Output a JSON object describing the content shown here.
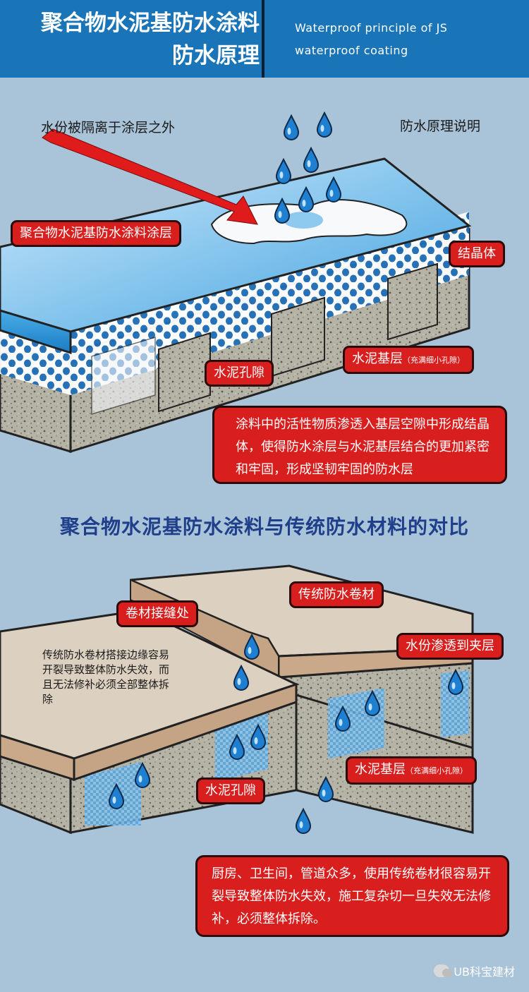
{
  "header": {
    "title_line1": "聚合物水泥基防水涂料",
    "title_line2": "防水原理",
    "en_line1": "Waterproof principle of JS",
    "en_line2": "waterproof coating"
  },
  "diagram1": {
    "arrow_caption": "水份被隔离于涂层之外",
    "principle_heading": "防水原理说明",
    "coating_label": "聚合物水泥基防水涂料涂层",
    "crystal_label": "结晶体",
    "base_label": "水泥基层",
    "base_note": "（充满细小孔隙）",
    "pore_label": "水泥孔隙",
    "description": "涂料中的活性物质渗透入基层空隙中形成结晶体，使得防水涂层与水泥基层结合的更加紧密和牢固，形成坚韧牢固的防水层"
  },
  "comparison_title": "聚合物水泥基防水涂料与传统防水材料的对比",
  "diagram2": {
    "roll_label": "传统防水卷材",
    "seam_label": "卷材接缝处",
    "seep_label": "水份渗透到夹层",
    "note": "传统防水卷材搭接边缘容易开裂导致整体防水失效，而且无法修补必须全部整体拆除",
    "base_label": "水泥基层",
    "base_note": "（充满细小孔隙）",
    "pore_label": "水泥孔隙",
    "description": "厨房、卫生间，管道众多，使用传统卷材很容易开裂导致整体防水失效，施工复杂切一旦失效无法修补，必须整体拆除。"
  },
  "watermark": {
    "icon": "wechat-icon",
    "text": "UB科宝建材"
  },
  "colors": {
    "header_bg": "#1a74b8",
    "background": "#a9c3d8",
    "label_red": "#d91e1e",
    "title_blue": "#1f3f8a"
  }
}
